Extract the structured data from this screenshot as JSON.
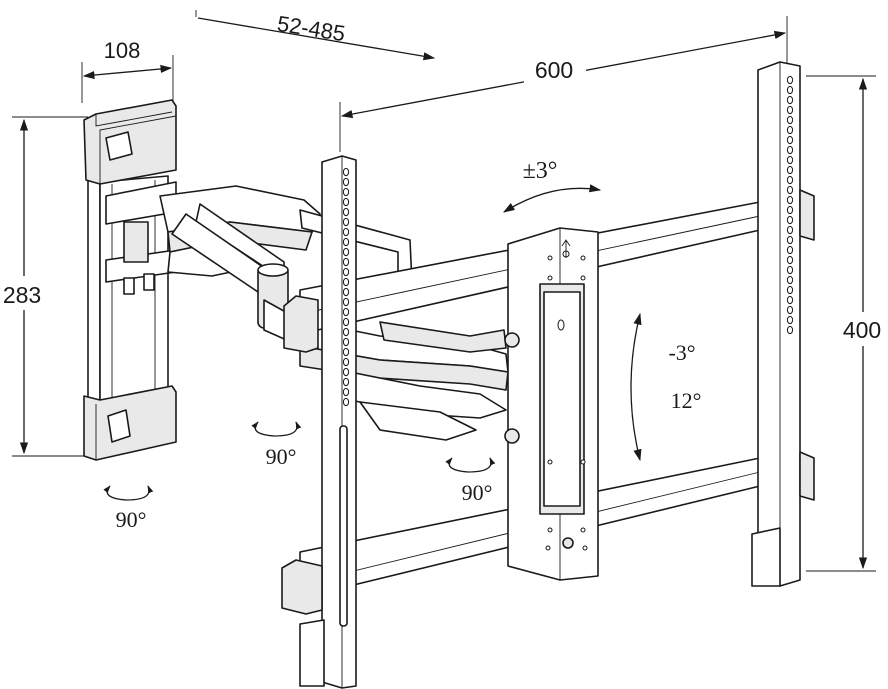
{
  "dimensions": {
    "arm_extension": "52-485",
    "wall_plate_width": "108",
    "wall_plate_height": "283",
    "bracket_width": "600",
    "bracket_height": "400"
  },
  "rotation": {
    "swivel_left": "90°",
    "swivel_mid": "90°",
    "swivel_right": "90°",
    "level_adjust": "±3°",
    "tilt_up": "-3°",
    "tilt_down": "12°"
  },
  "colors": {
    "line": "#1a1a1a",
    "fill": "#ffffff",
    "shade": "#e9e9e9"
  }
}
